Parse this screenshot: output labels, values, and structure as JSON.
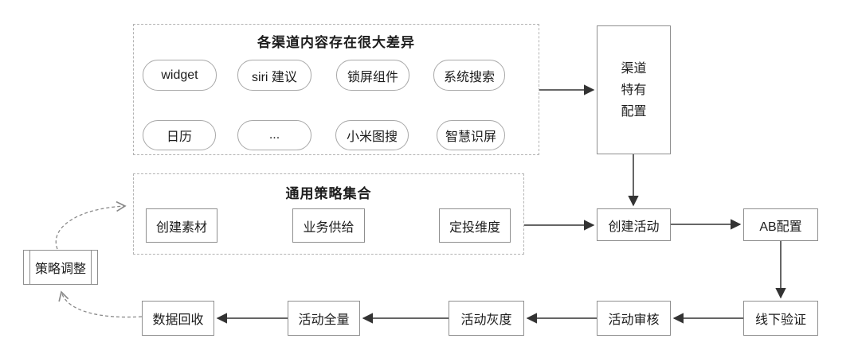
{
  "diagram": {
    "channel_group": {
      "title": "各渠道内容存在很大差异",
      "pills": [
        "widget",
        "siri 建议",
        "锁屏组件",
        "系统搜索",
        "日历",
        "...",
        "小米图搜",
        "智慧识屏"
      ]
    },
    "channel_config": {
      "label": "渠道\n特有\n配置"
    },
    "strategy_group": {
      "title": "通用策略集合",
      "steps": [
        "创建素材",
        "业务供给",
        "定投维度"
      ]
    },
    "flow": {
      "create_activity": "创建活动",
      "ab_config": "AB配置",
      "offline_verify": "线下验证",
      "activity_review": "活动审核",
      "activity_gray": "活动灰度",
      "activity_full": "活动全量",
      "data_recycle": "数据回收",
      "strategy_adjust": "策略调整"
    },
    "colors": {
      "arrow": "#333333",
      "box_border": "#8f8f8f",
      "dashed_border": "#b3b3b3",
      "feedback_arrow": "#8a8a8a"
    }
  }
}
